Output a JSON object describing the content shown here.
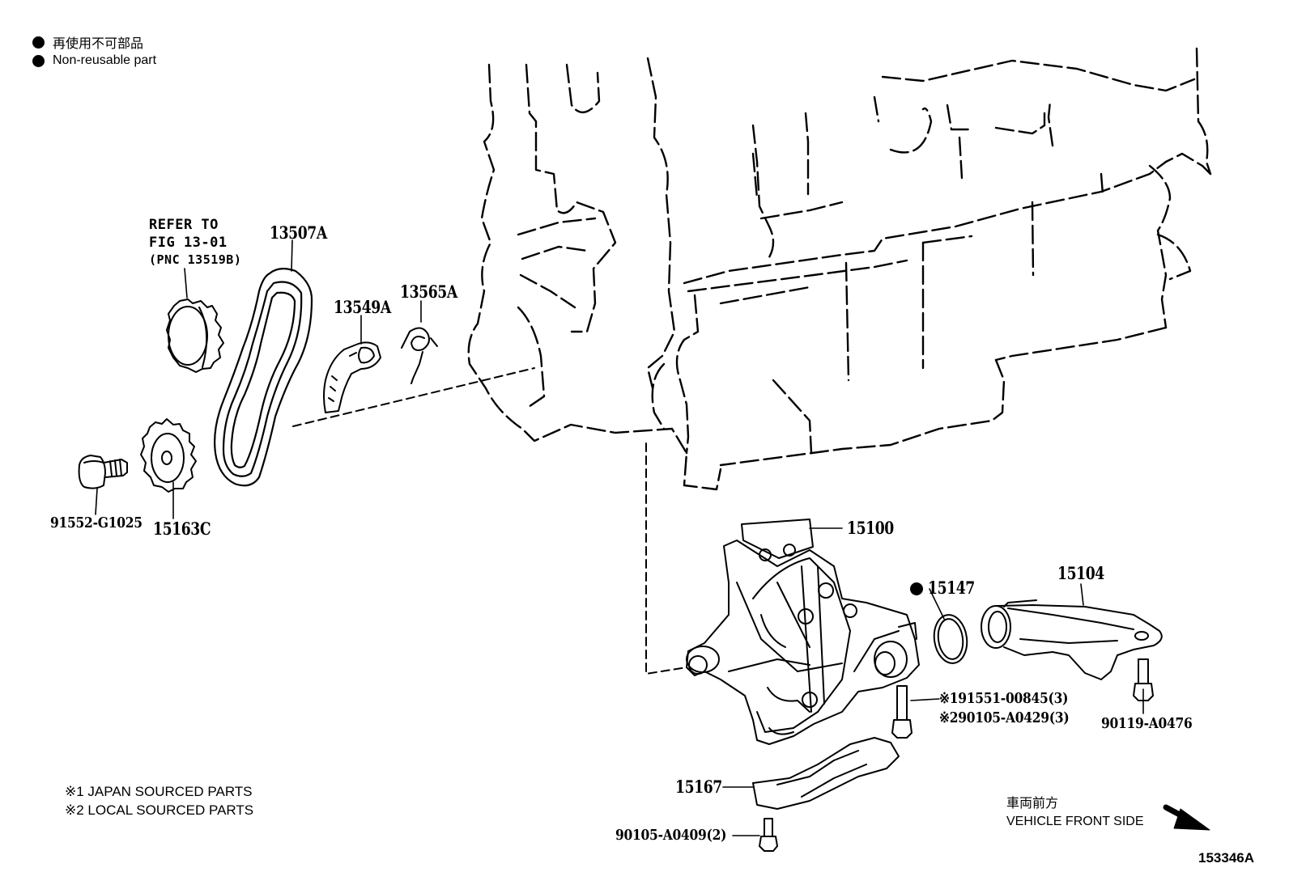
{
  "legend": {
    "non_reusable_ja": "再使用不可部品",
    "non_reusable_en": "Non-reusable part"
  },
  "refer": {
    "line1": "REFER TO",
    "line2": "FIG 13-01",
    "line3": "(PNC 13519B)"
  },
  "parts": {
    "chain": "13507A",
    "damper": "13549A",
    "spring": "13565A",
    "bolt_left": "91552-G1025",
    "sprocket": "15163C",
    "oil_pump": "15100",
    "gasket": "15147",
    "strainer": "15104",
    "bolt_pump_1": "※191551-00845(3)",
    "bolt_pump_2": "※290105-A0429(3)",
    "bolt_right": "90119-A0476",
    "plate": "15167",
    "bolt_bottom": "90105-A0409(2)"
  },
  "notes": {
    "note1": "※1 JAPAN SOURCED PARTS",
    "note2": "※2 LOCAL SOURCED PARTS"
  },
  "direction": {
    "ja": "車両前方",
    "en": "VEHICLE FRONT SIDE"
  },
  "figure_code": "153346A"
}
